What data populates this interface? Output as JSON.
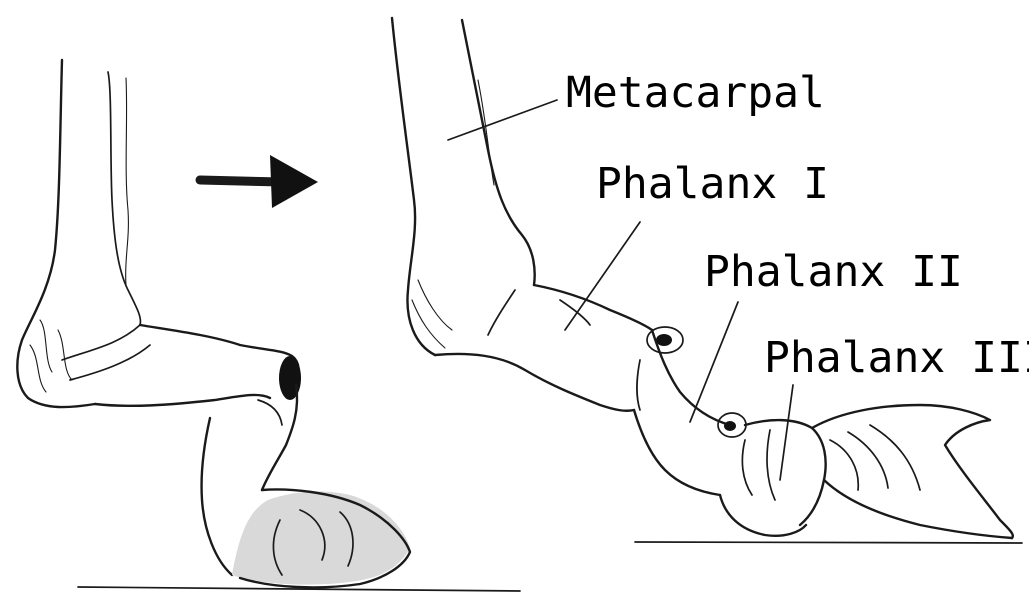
{
  "labels": {
    "metacarpal": "Metacarpal",
    "phalanx_1": "Phalanx I",
    "phalanx_2": "Phalanx II",
    "phalanx_3": "Phalanx III"
  },
  "colors": {
    "ink": "#1a1a1a",
    "background": "#ffffff",
    "claw_shading": "#d9d9d9"
  }
}
